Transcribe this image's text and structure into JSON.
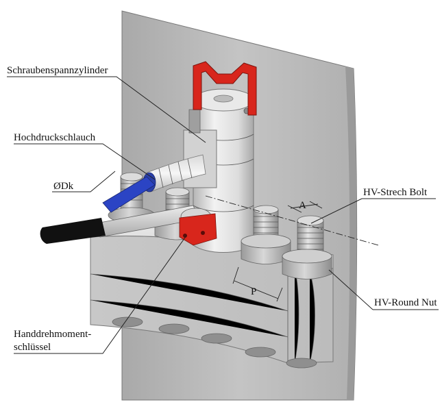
{
  "labels": {
    "cylinder": "Schraubenspannzylinder",
    "hose": "Hochdruckschlauch",
    "diameter": "ØDk",
    "bolt": "HV-Strech Bolt",
    "dim_a": "A",
    "dim_p": "P",
    "nut": "HV-Round Nut",
    "wrench_line1": "Handdrehmoment-",
    "wrench_line2": "schlüssel"
  },
  "colors": {
    "handle_red": "#d8261c",
    "hose_blue": "#2b44c4",
    "grip_black": "#111111",
    "flange_gray": "#c7c7c7",
    "body_gray": "#dadada"
  }
}
